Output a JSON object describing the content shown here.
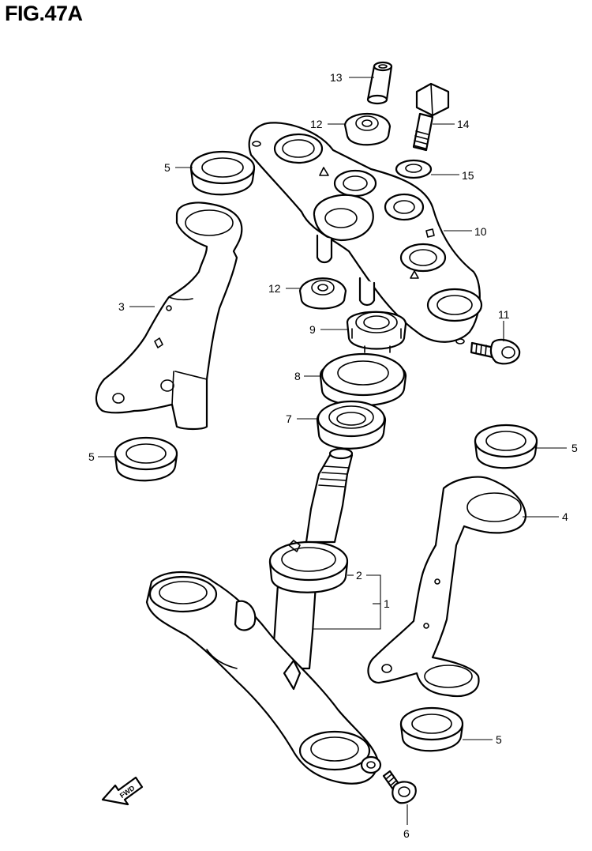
{
  "figure": {
    "title": "FIG.47A",
    "badge": "FWD"
  },
  "callouts": [
    {
      "id": "c1",
      "label": "1"
    },
    {
      "id": "c2",
      "label": "2"
    },
    {
      "id": "c3",
      "label": "3"
    },
    {
      "id": "c4",
      "label": "4"
    },
    {
      "id": "c5a",
      "label": "5"
    },
    {
      "id": "c5b",
      "label": "5"
    },
    {
      "id": "c5c",
      "label": "5"
    },
    {
      "id": "c5d",
      "label": "5"
    },
    {
      "id": "c6",
      "label": "6"
    },
    {
      "id": "c7",
      "label": "7"
    },
    {
      "id": "c8",
      "label": "8"
    },
    {
      "id": "c9",
      "label": "9"
    },
    {
      "id": "c10",
      "label": "10"
    },
    {
      "id": "c11",
      "label": "11"
    },
    {
      "id": "c12a",
      "label": "12"
    },
    {
      "id": "c12b",
      "label": "12"
    },
    {
      "id": "c13",
      "label": "13"
    },
    {
      "id": "c14",
      "label": "14"
    },
    {
      "id": "c15",
      "label": "15"
    }
  ]
}
